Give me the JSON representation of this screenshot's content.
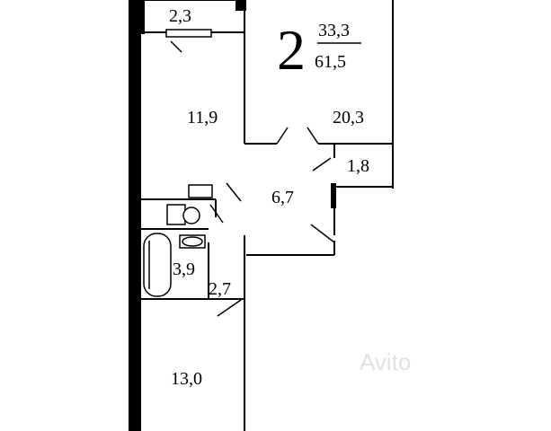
{
  "apartment": {
    "rooms_count": "2",
    "living_area": "33,3",
    "total_area": "61,5"
  },
  "rooms": {
    "balcony": "2,3",
    "bedroom": "11,9",
    "living_room": "20,3",
    "hall": "6,7",
    "closet": "1,8",
    "bathroom": "3,9",
    "toilet": "2,7",
    "kitchen": "13,0"
  },
  "watermark": "Avito"
}
